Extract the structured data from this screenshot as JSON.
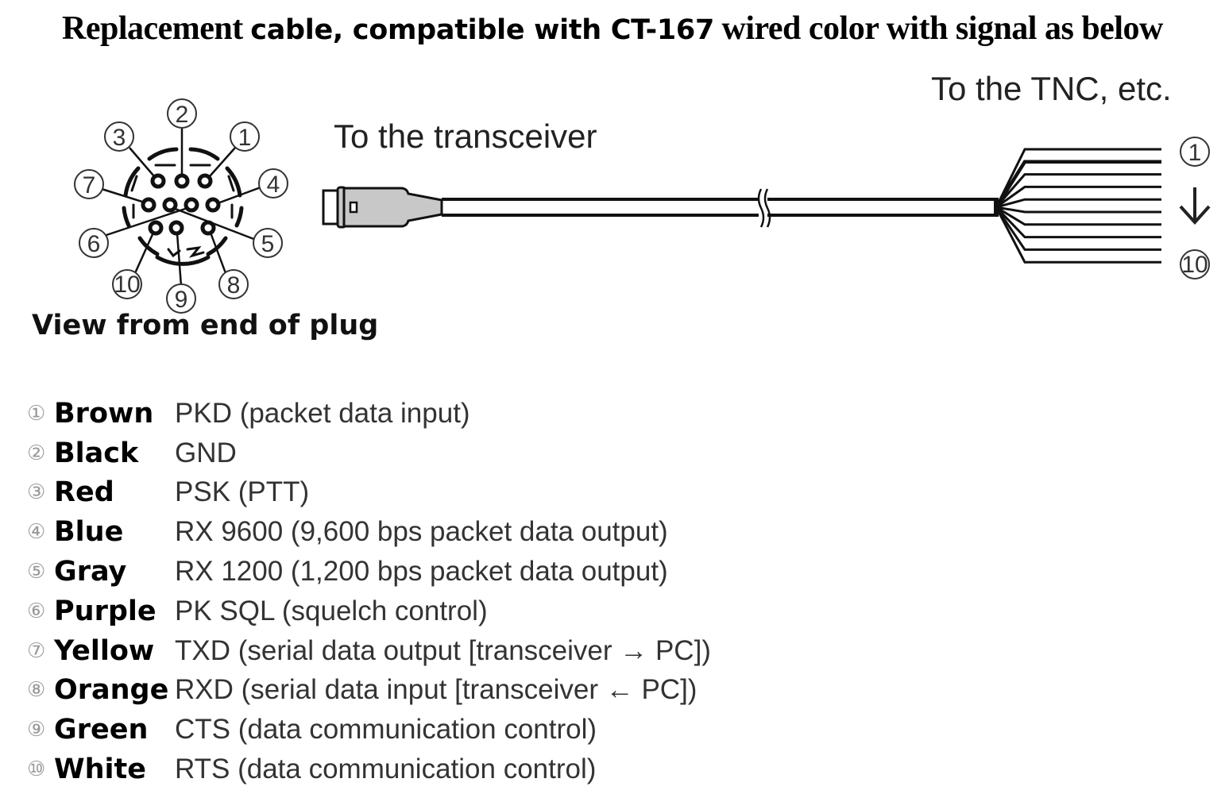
{
  "title": {
    "part1": "Replacement",
    "part2": "cable, compatible with CT-167",
    "part3": "wired color with signal as below"
  },
  "diagram": {
    "connector_caption": "View from end of plug",
    "transceiver_label": "To the transceiver",
    "tnc_label": "To the TNC, etc.",
    "pin_labels": [
      "①",
      "②",
      "③",
      "④",
      "⑤",
      "⑥",
      "⑦",
      "⑧",
      "⑨",
      "⑩"
    ],
    "wire_range": {
      "start": "①",
      "arrow": "↓",
      "end": "⑩"
    },
    "wire_count": 10
  },
  "pins": [
    {
      "num": "①",
      "color": "Brown",
      "signal": "PKD (packet data input)"
    },
    {
      "num": "②",
      "color": "Black",
      "signal": "GND"
    },
    {
      "num": "③",
      "color": "Red",
      "signal": "PSK (PTT)"
    },
    {
      "num": "④",
      "color": "Blue",
      "signal": "RX 9600 (9,600 bps packet data output)"
    },
    {
      "num": "⑤",
      "color": "Gray",
      "signal": "RX 1200 (1,200 bps packet data output)"
    },
    {
      "num": "⑥",
      "color": "Purple",
      "signal": "PK SQL (squelch control)"
    },
    {
      "num": "⑦",
      "color": "Yellow",
      "signal": "TXD (serial data output [transceiver → PC])"
    },
    {
      "num": "⑧",
      "color": "Orange",
      "signal": "RXD (serial data input [transceiver ← PC])"
    },
    {
      "num": "⑨",
      "color": "Green",
      "signal": "CTS (data communication control)"
    },
    {
      "num": "⑩",
      "color": "White",
      "signal": "RTS (data communication control)"
    }
  ],
  "colors": {
    "plug_fill": "#c8c8c8",
    "line": "#111111"
  }
}
